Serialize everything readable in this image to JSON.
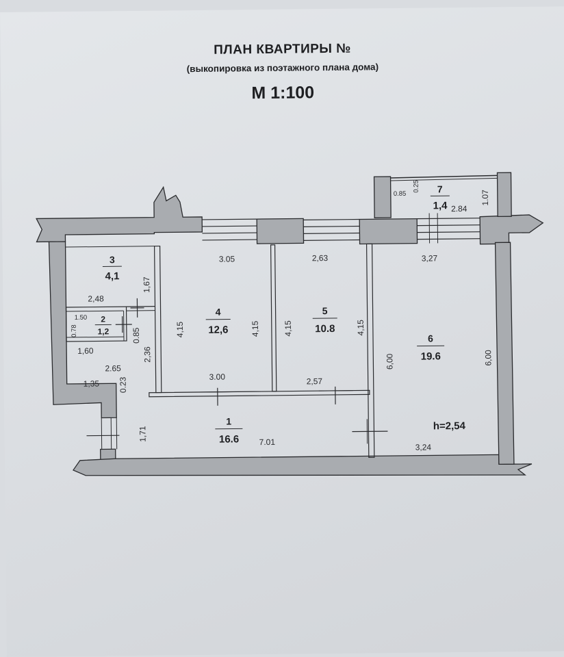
{
  "header": {
    "title": "ПЛАН КВАРТИРЫ №",
    "subtitle": "(выкопировка из поэтажного плана дома)",
    "scale": "М 1:100"
  },
  "rooms": [
    {
      "id": "1",
      "number": "1",
      "area": "16.6"
    },
    {
      "id": "2",
      "number": "2",
      "area": "1,2"
    },
    {
      "id": "3",
      "number": "3",
      "area": "4,1"
    },
    {
      "id": "4",
      "number": "4",
      "area": "12,6"
    },
    {
      "id": "5",
      "number": "5",
      "area": "10.8"
    },
    {
      "id": "6",
      "number": "6",
      "area": "19.6"
    },
    {
      "id": "7",
      "number": "7",
      "area": "1,4"
    }
  ],
  "ceiling_height": "h=2,54",
  "dimensions": {
    "d305": "3.05",
    "d263": "2,63",
    "d327": "3,27",
    "d284": "2.84",
    "d085b": "0.85",
    "d025": "0.25",
    "d107": "1.07",
    "d167": "1,67",
    "d248": "2,48",
    "d150": "1.50",
    "d078": "0.78",
    "d160": "1,60",
    "d085": "0.85",
    "d236": "2,36",
    "d265": "2.65",
    "d135": "1,35",
    "d023": "0.23",
    "d171": "1,71",
    "d415a": "4,15",
    "d415b": "4,15",
    "d415c": "4,15",
    "d415d": "4,15",
    "d300": "3.00",
    "d257": "2,57",
    "d701": "7.01",
    "d600a": "6,00",
    "d600b": "6,00",
    "d324": "3,24"
  }
}
